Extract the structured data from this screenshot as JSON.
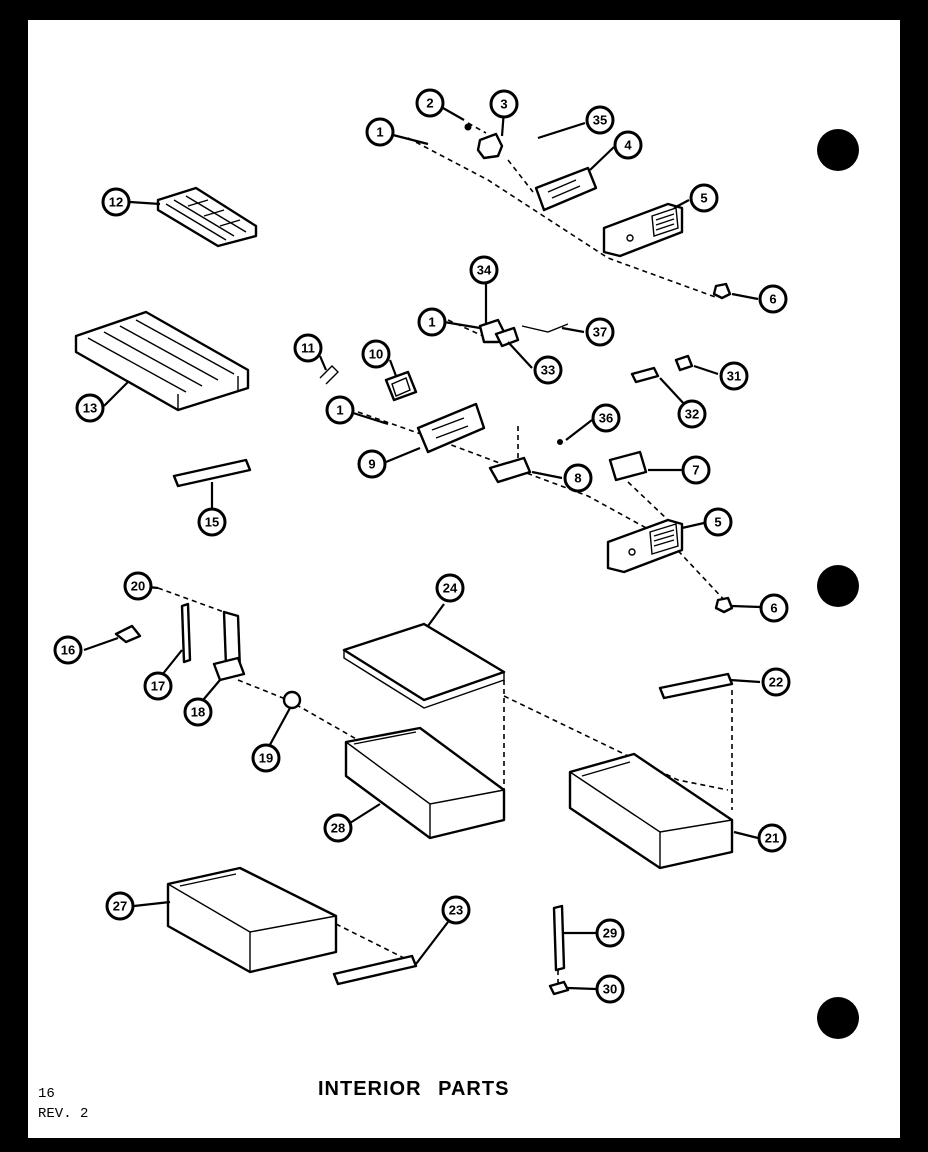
{
  "title": "INTERIOR PARTS",
  "page_number": "16",
  "revision": "REV. 2",
  "callouts": [
    "1",
    "2",
    "3",
    "35",
    "4",
    "5",
    "6",
    "12",
    "34",
    "1",
    "37",
    "33",
    "13",
    "11",
    "10",
    "1",
    "9",
    "36",
    "8",
    "7",
    "31",
    "32",
    "5",
    "6",
    "15",
    "20",
    "16",
    "17",
    "18",
    "19",
    "24",
    "22",
    "28",
    "21",
    "27",
    "23",
    "29",
    "30"
  ]
}
